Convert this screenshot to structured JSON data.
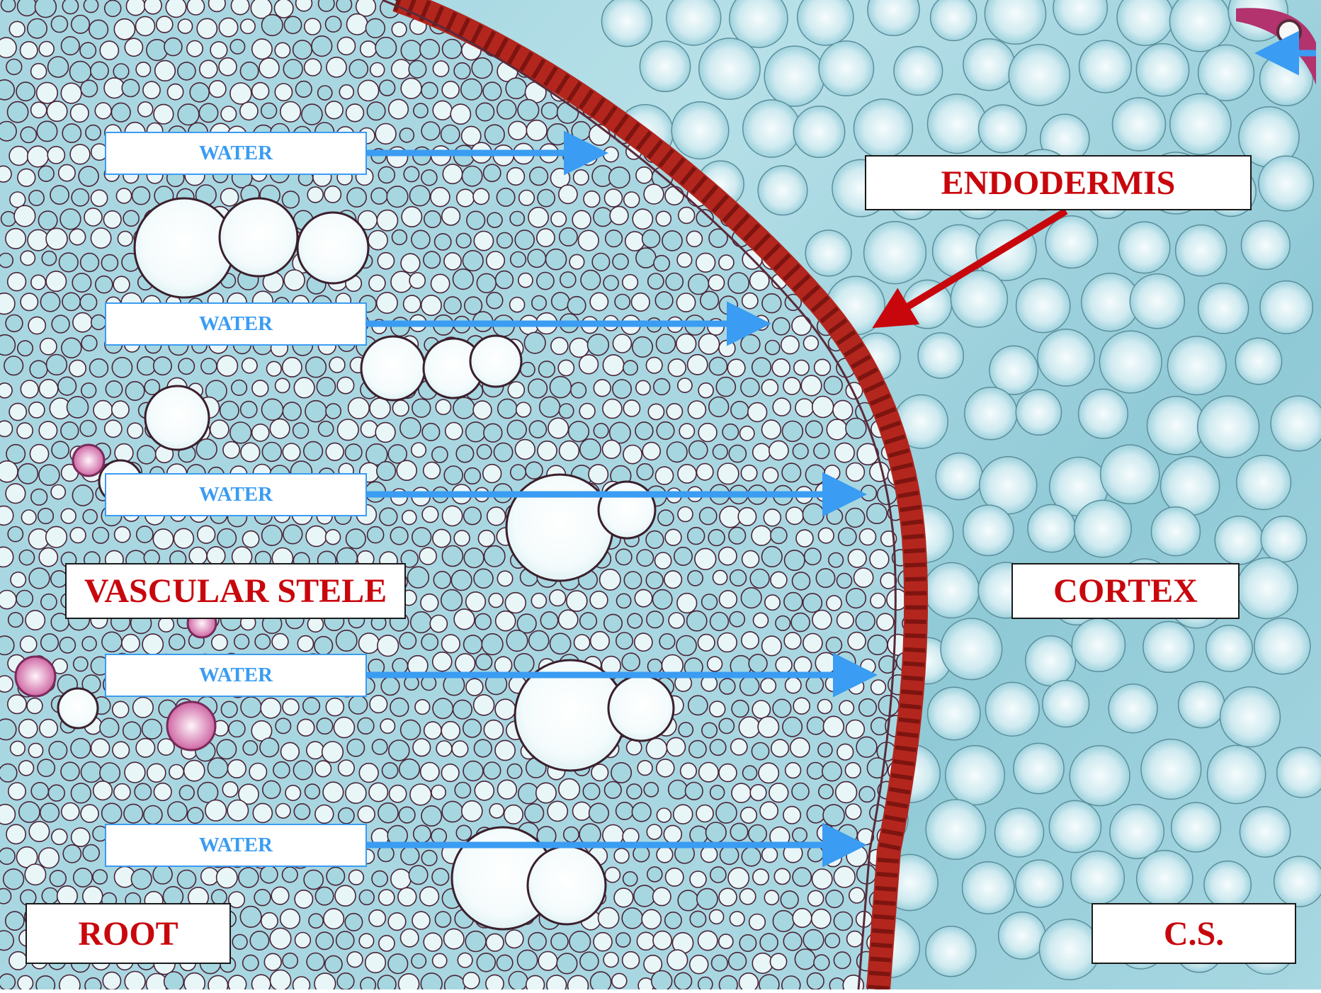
{
  "image": {
    "subject": "Stained light-micrograph of a plant root cross-section with water-flow arrows",
    "colors": {
      "cortex_stain": "#8fc9d6",
      "endodermis_stain": "#b3261e",
      "cell_wall": "#4a2438",
      "water_arrow": "#3a9cf2",
      "label_red": "#c8070d"
    }
  },
  "labels": {
    "endodermis": "ENDODERMIS",
    "vascular_stele": "VASCULAR STELE",
    "cortex": "CORTEX",
    "root": "ROOT",
    "cs": "C.S.",
    "water": [
      "WATER",
      "WATER",
      "WATER",
      "WATER",
      "WATER"
    ]
  }
}
